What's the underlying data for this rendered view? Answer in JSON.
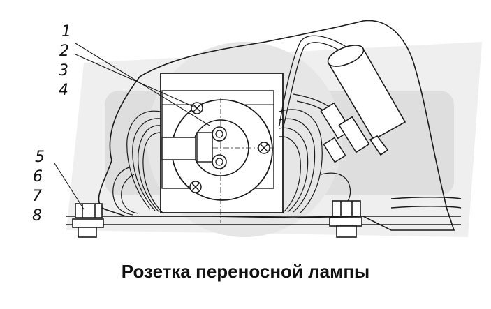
{
  "figure": {
    "caption": "Розетка переносной лампы",
    "callouts": [
      "1",
      "2",
      "3",
      "4",
      "5",
      "6",
      "7",
      "8"
    ]
  },
  "colors": {
    "line": "#1a1a1a",
    "watermark": "#dcdcdc",
    "background": "#ffffff"
  }
}
